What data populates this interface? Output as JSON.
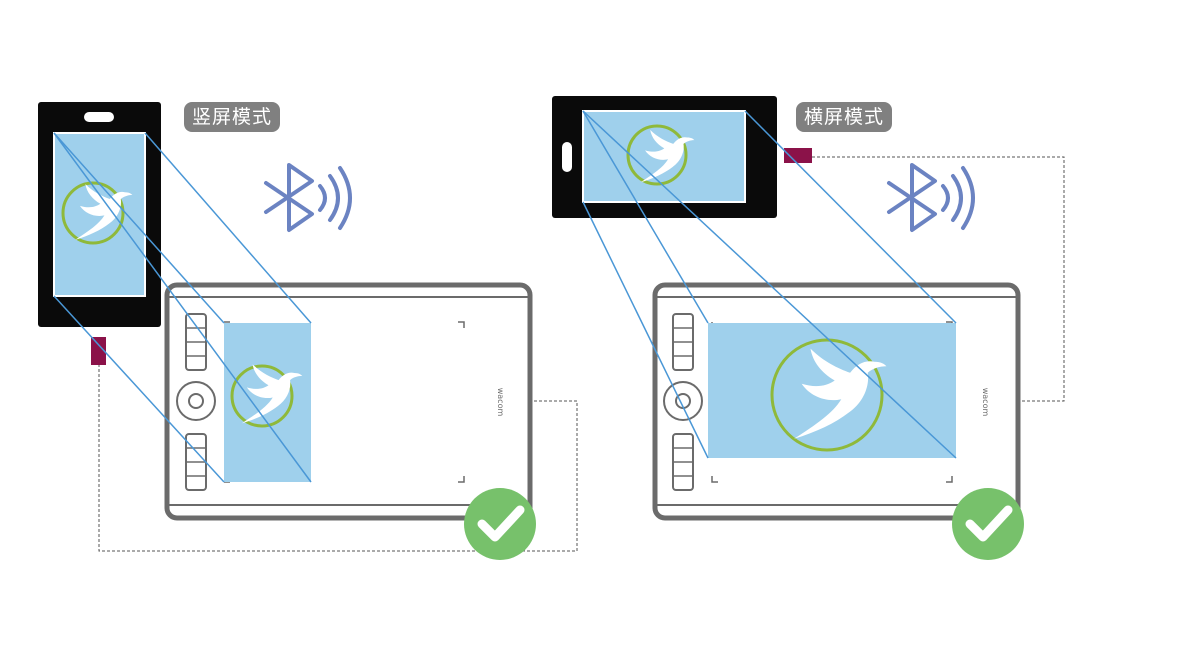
{
  "labels": {
    "portrait_mode": "竖屏模式",
    "landscape_mode": "横屏模式"
  },
  "tablet": {
    "brand": "wacom"
  },
  "colors": {
    "screen_fill": "#9fd0ec",
    "projection_line": "#4a97d6",
    "phone_body": "#0a0a0a",
    "tablet_outline": "#6b6b6b",
    "connector": "#8b1249",
    "bluetooth": "#6b83c2",
    "check_circle": "#77c16b",
    "logo_ring": "#8fb93a",
    "label_bg": "#808080"
  },
  "icons": [
    "bluetooth-icon",
    "bird-logo-icon",
    "check-icon"
  ]
}
